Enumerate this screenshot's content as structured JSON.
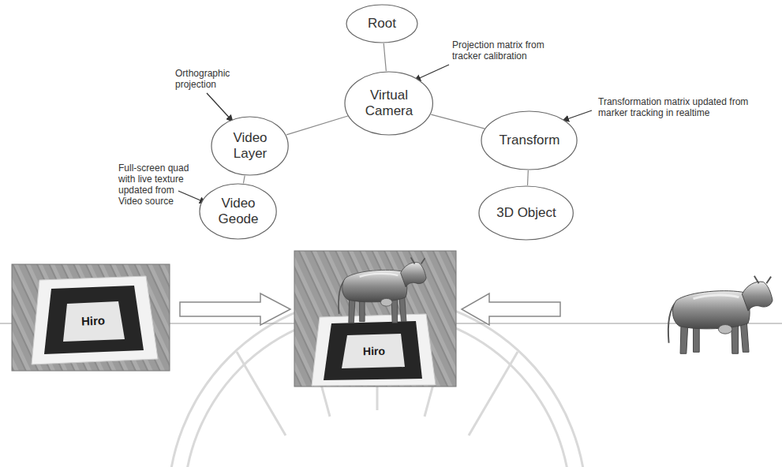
{
  "diagram": {
    "nodes": [
      {
        "text": [
          "Root"
        ]
      },
      {
        "text": [
          "Virtual Camera"
        ]
      },
      {
        "text": [
          "Video Layer"
        ]
      },
      {
        "text": [
          "Transform"
        ]
      },
      {
        "text": [
          "Video Geode"
        ]
      },
      {
        "text": [
          "3D Object"
        ]
      }
    ],
    "edges": [
      {
        "from": 0,
        "to": 1,
        "arrow": "none"
      },
      {
        "from": 1,
        "to": 2,
        "arrow": "none"
      },
      {
        "from": 1,
        "to": 3,
        "arrow": "none"
      },
      {
        "from": 2,
        "to": 4,
        "arrow": "none"
      },
      {
        "from": 3,
        "to": 5,
        "arrow": "none"
      }
    ],
    "labels": [
      "Projection matrix from tracker calibration",
      "Orthographic projection",
      "Transformation matrix updated from marker tracking in realtime",
      "Full-screen quad with live texture updated from Video source",
      "Hiro",
      "Hiro"
    ]
  }
}
